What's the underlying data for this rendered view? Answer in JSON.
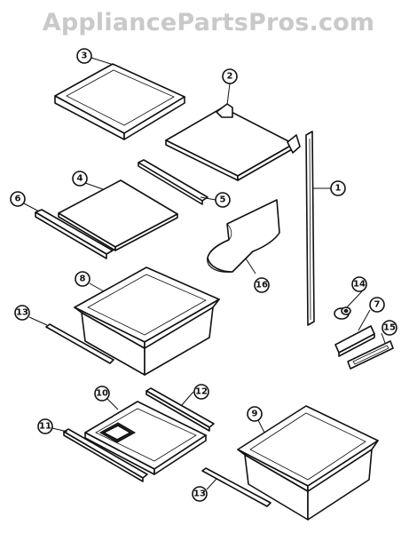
{
  "watermark": "AppliancePartsPros.com",
  "callouts": [
    {
      "id": "c1",
      "label": "1"
    },
    {
      "id": "c2",
      "label": "2"
    },
    {
      "id": "c3",
      "label": "3"
    },
    {
      "id": "c4",
      "label": "4"
    },
    {
      "id": "c5",
      "label": "5"
    },
    {
      "id": "c6",
      "label": "6"
    },
    {
      "id": "c7",
      "label": "7"
    },
    {
      "id": "c8",
      "label": "8"
    },
    {
      "id": "c9",
      "label": "9"
    },
    {
      "id": "c10",
      "label": "10"
    },
    {
      "id": "c11",
      "label": "11"
    },
    {
      "id": "c12",
      "label": "12"
    },
    {
      "id": "c13a",
      "label": "13"
    },
    {
      "id": "c13b",
      "label": "13"
    },
    {
      "id": "c14",
      "label": "14"
    },
    {
      "id": "c15",
      "label": "15"
    },
    {
      "id": "c16",
      "label": "16"
    }
  ]
}
